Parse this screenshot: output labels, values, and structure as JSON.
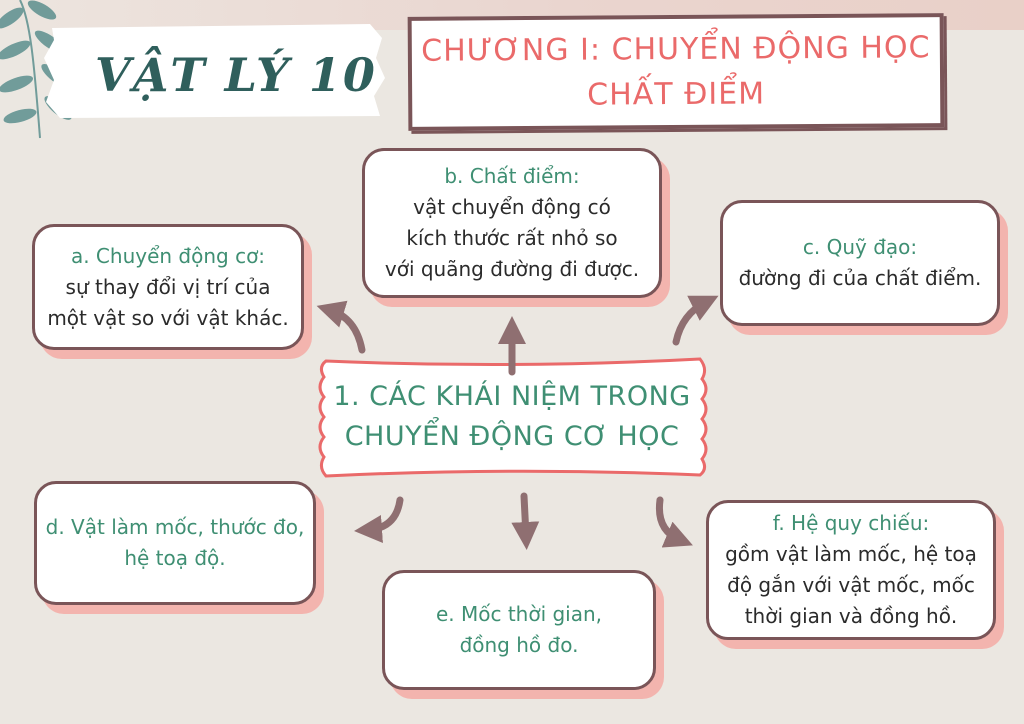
{
  "header": {
    "subject": "VẬT LÝ 10",
    "chapter_line1": "CHƯƠNG I: CHUYỂN ĐỘNG HỌC",
    "chapter_line2": "CHẤT ĐIỂM"
  },
  "center": {
    "line1": "1. CÁC KHÁI NIỆM TRONG",
    "line2": "CHUYỂN ĐỘNG CƠ HỌC"
  },
  "cards": {
    "a": {
      "heading": "a. Chuyển động cơ:",
      "body1": "sự thay đổi vị trí của",
      "body2": "một vật so với vật khác."
    },
    "b": {
      "heading": "b. Chất điểm:",
      "body1": "vật chuyển động có",
      "body2": "kích thước rất nhỏ so",
      "body3": "với quãng đường đi được."
    },
    "c": {
      "heading": "c. Quỹ đạo:",
      "body1": "đường đi của chất điểm."
    },
    "d": {
      "heading1": "d. Vật làm mốc, thước đo,",
      "heading2": "hệ toạ độ."
    },
    "e": {
      "heading1": "e. Mốc thời gian,",
      "heading2": "đồng hồ đo."
    },
    "f": {
      "heading": "f. Hệ quy chiếu:",
      "body1": "gồm vật làm mốc, hệ toạ",
      "body2": "độ gắn với vật mốc, mốc",
      "body3": "thời gian và đồng hồ."
    }
  },
  "colors": {
    "background": "#ebe7e1",
    "frame": "#7a5558",
    "accent_green": "#3f8f73",
    "accent_red": "#ea6a6a",
    "shadow_pink": "#f3b4ae",
    "arrow": "#8f6f71"
  }
}
